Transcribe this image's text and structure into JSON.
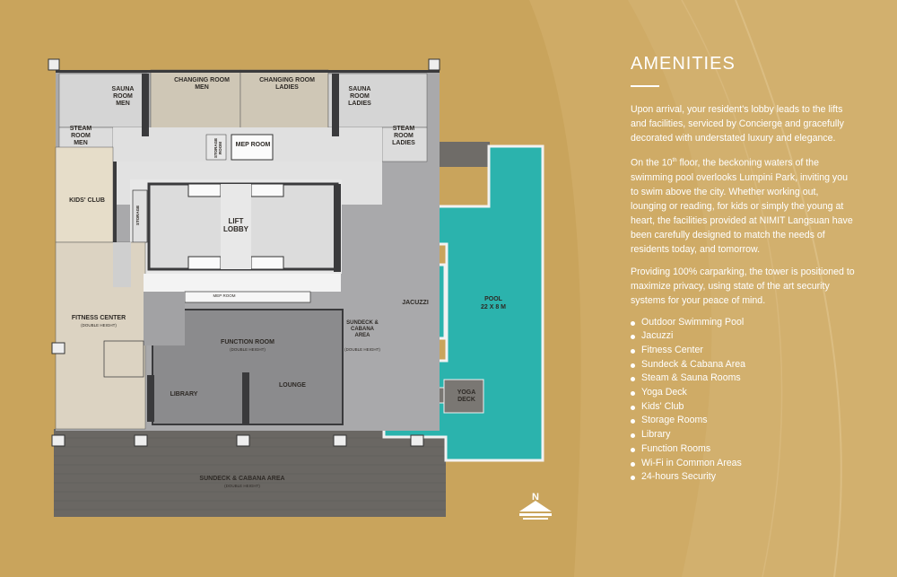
{
  "colors": {
    "background": "#c9a45c",
    "panel_swirl": "#d4b374",
    "pool": "#2bb3ad",
    "deck": "#6f6c68",
    "interior_dark": "#8b8b8d",
    "interior_light": "#d2d2d2",
    "wall": "#3a3a3c",
    "changing_room": "#cfc7b6",
    "kids_club": "#e6ddc9",
    "fitness": "#dcd3c2"
  },
  "plan": {
    "rooms": {
      "sauna_men": "SAUNA ROOM MEN",
      "changing_men": "CHANGING ROOM MEN",
      "changing_ladies": "CHANGING ROOM LADIES",
      "sauna_ladies": "SAUNA ROOM LADIES",
      "steam_men": "STEAM ROOM MEN",
      "steam_ladies": "STEAM ROOM LADIES",
      "storage_room": "STORAGE ROOM",
      "mep_room": "MEP ROOM",
      "kids_club": "KIDS' CLUB",
      "storage_left": "STORAGE",
      "lift_lobby": "LIFT LOBBY",
      "mep_room_strip": "MEP ROOM",
      "jacuzzi": "JACUZZI",
      "pool": "POOL",
      "pool_size": "22 x 8 M",
      "fitness_center": "FITNESS CENTER",
      "fitness_note": "(DOUBLE HEIGHT)",
      "sundeck_cabana_side": "SUNDECK & CABANA AREA",
      "sundeck_side_note": "(DOUBLE HEIGHT)",
      "function_room": "FUNCTION ROOM",
      "function_note": "(DOUBLE HEIGHT)",
      "library": "LIBRARY",
      "lounge": "LOUNGE",
      "yoga_deck": "YOGA DECK",
      "sundeck_cabana_bottom": "SUNDECK & CABANA AREA",
      "sundeck_bottom_note": "(DOUBLE HEIGHT)"
    },
    "north_label": "N"
  },
  "amenities": {
    "title": "AMENITIES",
    "para1": "Upon arrival, your resident's lobby leads to the lifts and facilities, serviced by Concierge and gracefully decorated with understated luxury and elegance.",
    "para2_pre": "On the 10",
    "para2_sup": "th",
    "para2_post": " floor, the beckoning waters of the swimming pool overlooks Lumpini Park, inviting you to swim above the city. Whether working out, lounging or reading, for kids or simply the young at heart, the facilities provided at NIMIT Langsuan have been carefully designed to match the needs of residents today, and tomorrow.",
    "para3": "Providing 100% carparking, the tower is positioned to maximize privacy, using state of the art security systems for your peace of mind.",
    "items": [
      "Outdoor Swimming Pool",
      "Jacuzzi",
      "Fitness Center",
      "Sundeck & Cabana Area",
      "Steam & Sauna Rooms",
      "Yoga Deck",
      "Kids' Club",
      "Storage Rooms",
      "Library",
      "Function Rooms",
      "Wi-Fi in Common Areas",
      "24-hours Security"
    ]
  }
}
